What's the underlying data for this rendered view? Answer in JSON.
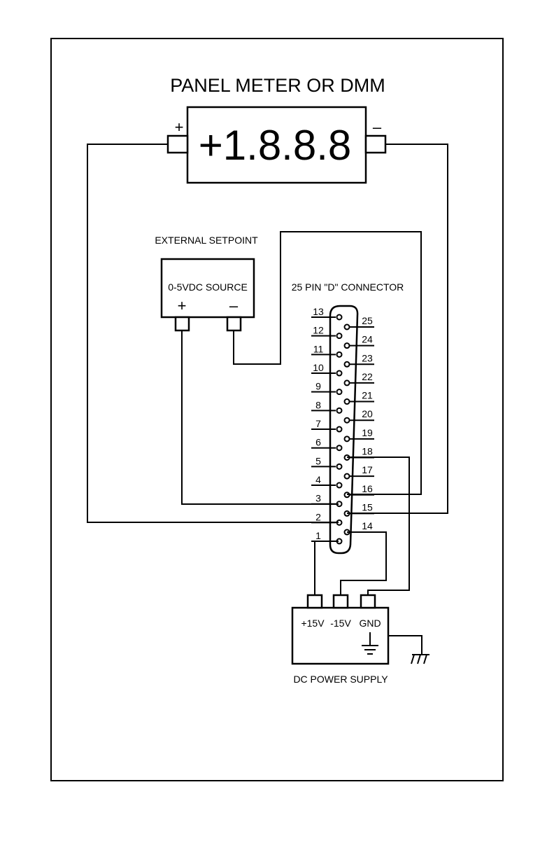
{
  "meter": {
    "title": "PANEL METER OR DMM",
    "display": "+1.8.8.8",
    "plus_sign": "+",
    "minus_sign": "–"
  },
  "setpoint": {
    "title": "EXTERNAL SETPOINT",
    "source_label": "0-5VDC SOURCE",
    "plus_sign": "+",
    "minus_sign": "–"
  },
  "connector": {
    "title": "25 PIN \"D\" CONNECTOR",
    "left_pins": [
      "13",
      "12",
      "11",
      "10",
      "9",
      "8",
      "7",
      "6",
      "5",
      "4",
      "3",
      "2",
      "1"
    ],
    "right_pins": [
      "25",
      "24",
      "23",
      "22",
      "21",
      "20",
      "19",
      "18",
      "17",
      "16",
      "15",
      "14"
    ]
  },
  "power_supply": {
    "title": "DC POWER SUPPLY",
    "terminals": [
      "+15V",
      "-15V",
      "GND"
    ]
  }
}
